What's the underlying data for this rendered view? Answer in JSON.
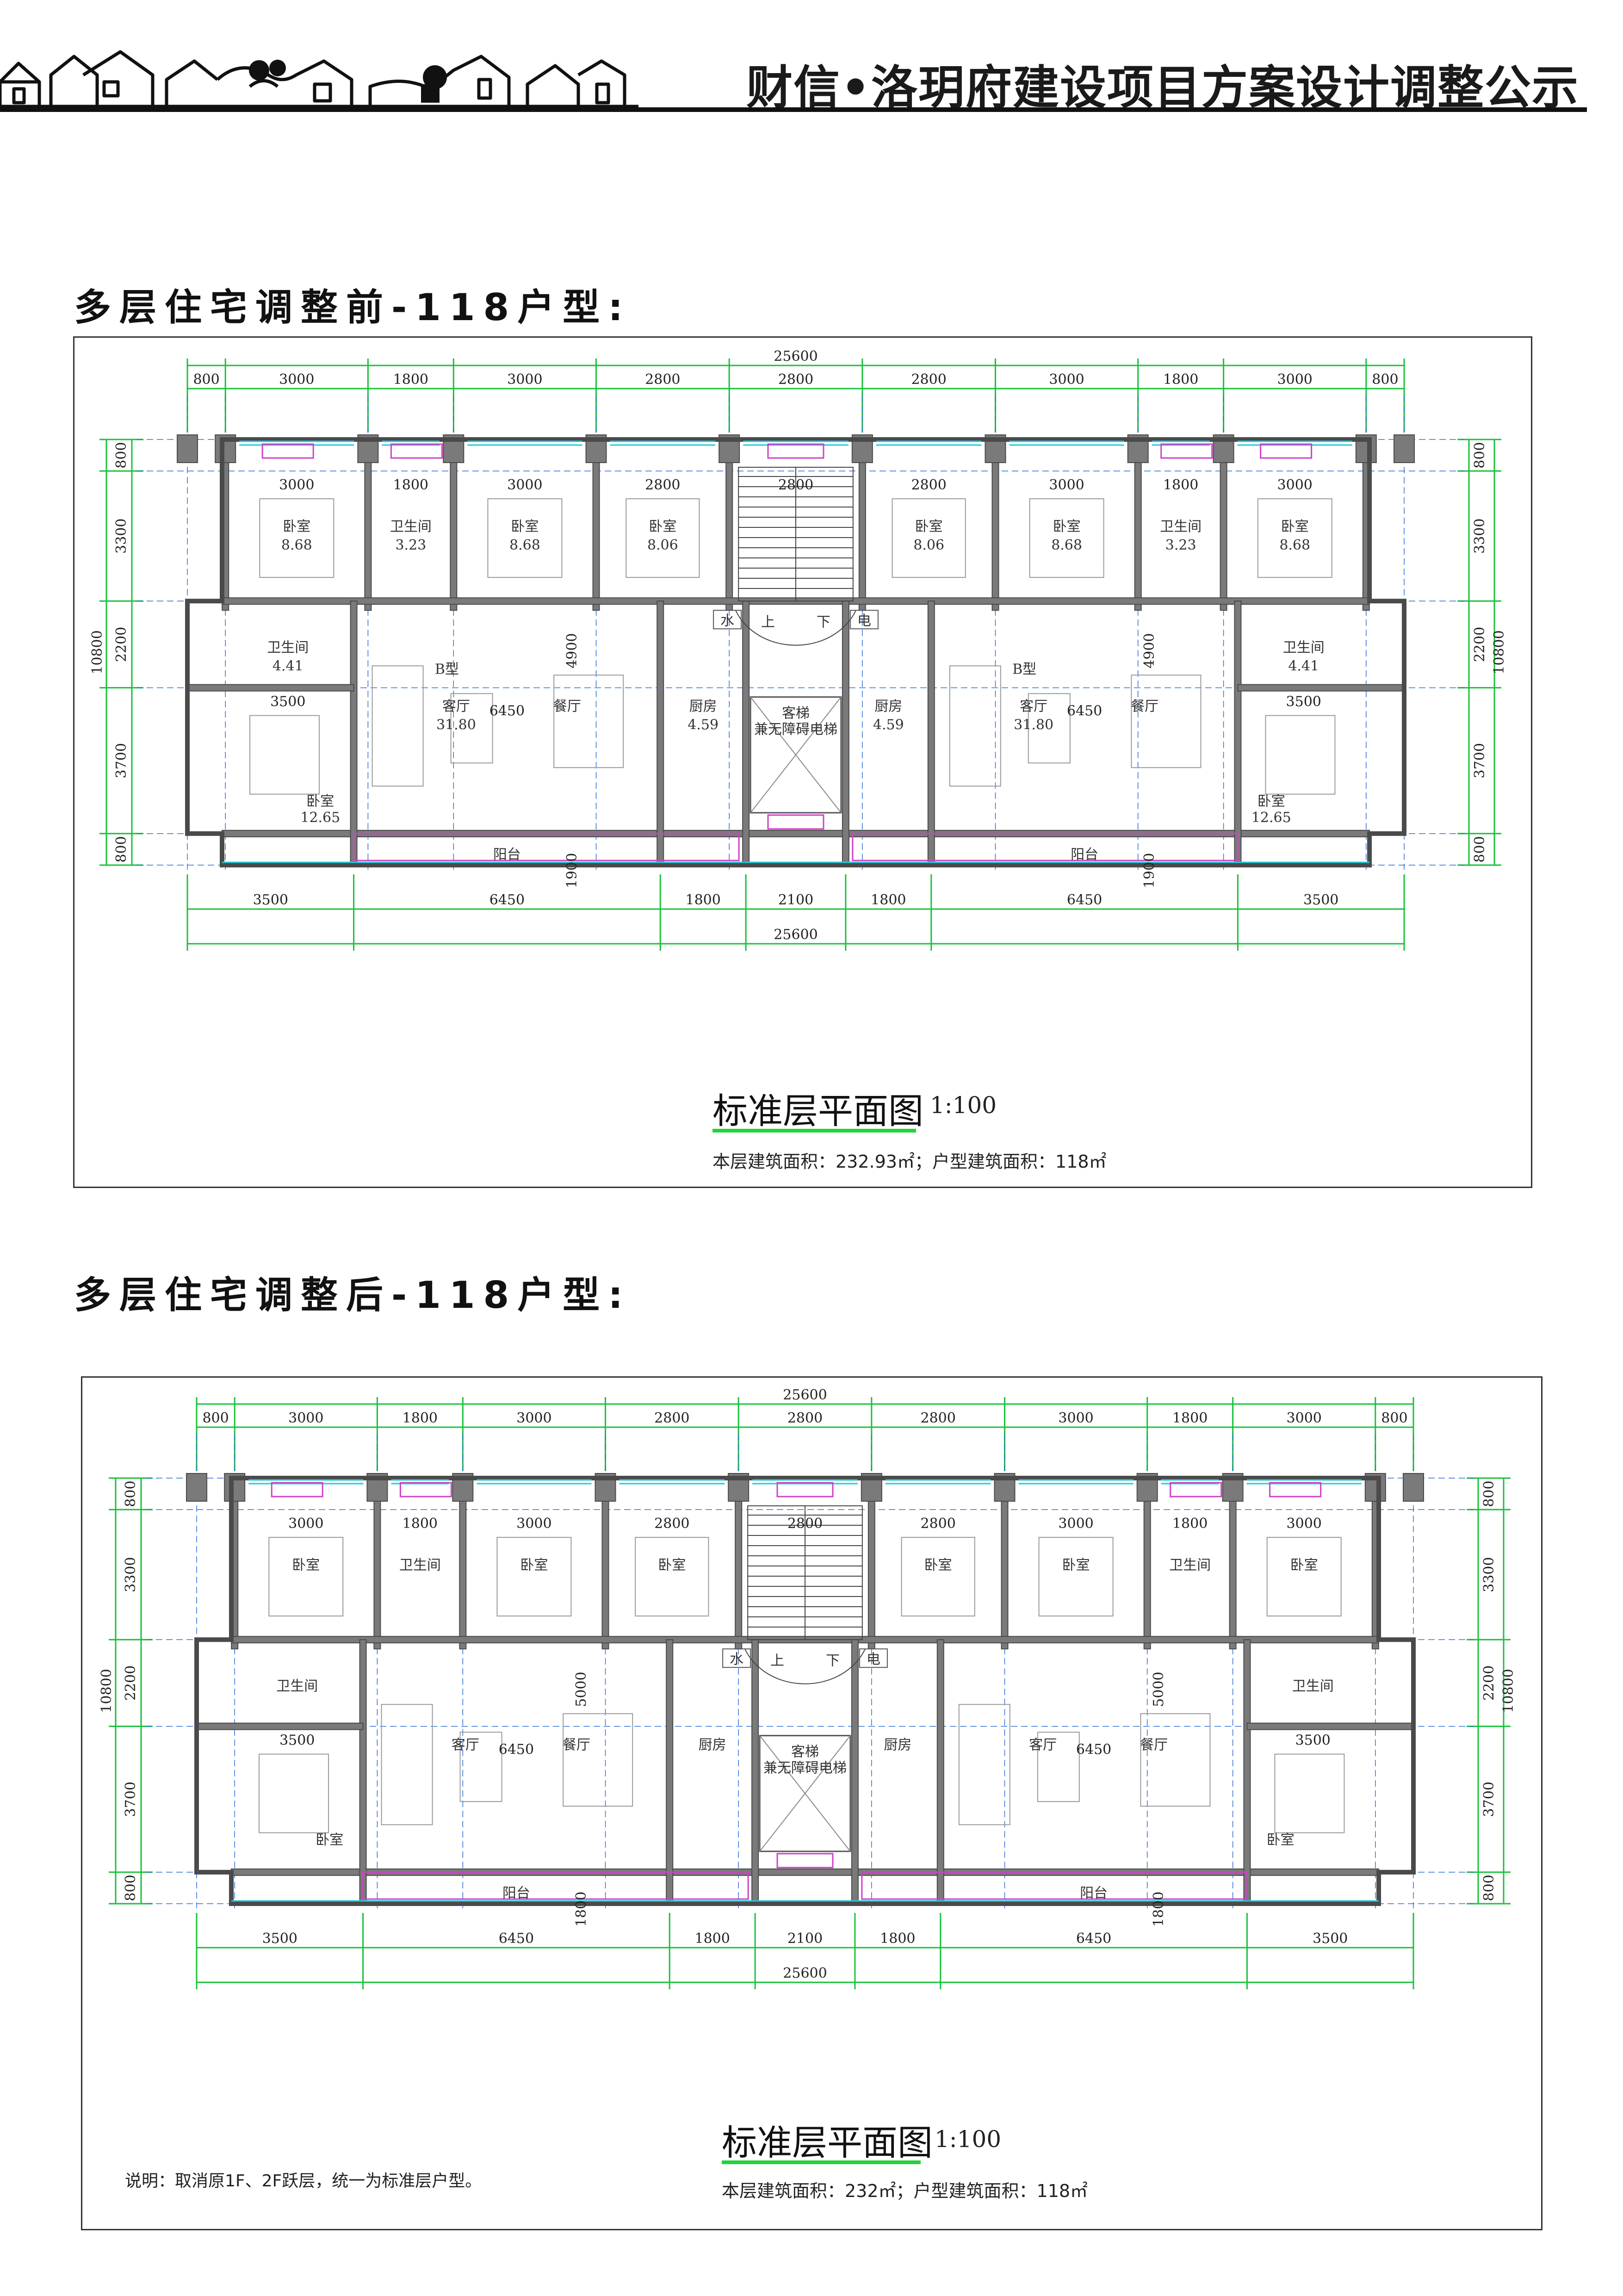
{
  "header": {
    "title": "财信•洛玥府建设项目方案设计调整公示"
  },
  "sections": [
    {
      "title": "多层住宅调整前-118户型:",
      "total_dim": "25600",
      "top_dims": [
        "800",
        "3000",
        "1800",
        "3000",
        "2800",
        "2800",
        "2800",
        "3000",
        "1800",
        "3000",
        "800"
      ],
      "bottom_dims": [
        "3500",
        "6450",
        "1800",
        "2100",
        "1800",
        "6450",
        "3500"
      ],
      "left_dims": [
        "800",
        "3300",
        "2200",
        "3700",
        "800"
      ],
      "right_dims": [
        "800",
        "3300",
        "2200",
        "3700",
        "800"
      ],
      "total_vdim": "10800",
      "rooms": {
        "bed": "卧室",
        "bath": "卫生间",
        "living": "客厅",
        "dining": "餐厅",
        "kitchen": "厨房",
        "balcony": "阳台",
        "elevator": "客梯",
        "elevator_sub": "兼无障碍电梯",
        "up": "上",
        "down": "下",
        "water": "水",
        "elec": "电",
        "unit_type": "B型"
      },
      "areas": {
        "bed_a": "8.68",
        "bath_a": "3.23",
        "bed_b": "8.68",
        "bed_c": "8.06",
        "bath_big": "4.41",
        "living": "31.80",
        "kitchen": "4.59",
        "master": "12.65"
      },
      "inner_dims": {
        "d3000": "3000",
        "d1800": "1800",
        "d2800": "2800",
        "d3300": "3300",
        "d2200": "2200",
        "d4900": "4900",
        "d6450": "6450",
        "d3500": "3500",
        "d3700": "3700",
        "d1900": "1900",
        "d2100": "2100"
      },
      "plan_title": "标准层平面图",
      "scale": "1:100",
      "area_line": "本层建筑面积：232.93㎡；户型建筑面积：118㎡",
      "note": ""
    },
    {
      "title": "多层住宅调整后-118户型:",
      "total_dim": "25600",
      "top_dims": [
        "800",
        "3000",
        "1800",
        "3000",
        "2800",
        "2800",
        "2800",
        "3000",
        "1800",
        "3000",
        "800"
      ],
      "bottom_dims": [
        "3500",
        "6450",
        "1800",
        "2100",
        "1800",
        "6450",
        "3500"
      ],
      "left_dims": [
        "800",
        "3300",
        "2200",
        "3700",
        "800"
      ],
      "right_dims": [
        "800",
        "3300",
        "2200",
        "3700",
        "800"
      ],
      "total_vdim": "10800",
      "rooms": {
        "bed": "卧室",
        "bath": "卫生间",
        "living": "客厅",
        "dining": "餐厅",
        "kitchen": "厨房",
        "balcony": "阳台",
        "elevator": "客梯",
        "elevator_sub": "兼无障碍电梯",
        "up": "上",
        "down": "下",
        "water": "水",
        "elec": "电",
        "unit_type": ""
      },
      "areas": {},
      "inner_dims": {
        "d3000": "3000",
        "d1800": "1800",
        "d2800": "2800",
        "d3300": "3300",
        "d2200": "2200",
        "d4900": "5000",
        "d6450": "6450",
        "d3500": "3500",
        "d3700": "3700",
        "d1900": "1800",
        "d2100": "2100"
      },
      "plan_title": "标准层平面图",
      "scale": "1:100",
      "area_line": "本层建筑面积：232㎡；户型建筑面积：118㎡",
      "note": "说明：取消原1F、2F跃层，统一为标准层户型。"
    }
  ],
  "colors": {
    "wall": "#7a7a7a",
    "wall_dark": "#4a4a4a",
    "dim_line": "#18c23a",
    "axis": "#2f6fd8",
    "window": "#27c8d8",
    "balcony_rail": "#d040c8",
    "yellow": "#e8dc3a"
  }
}
